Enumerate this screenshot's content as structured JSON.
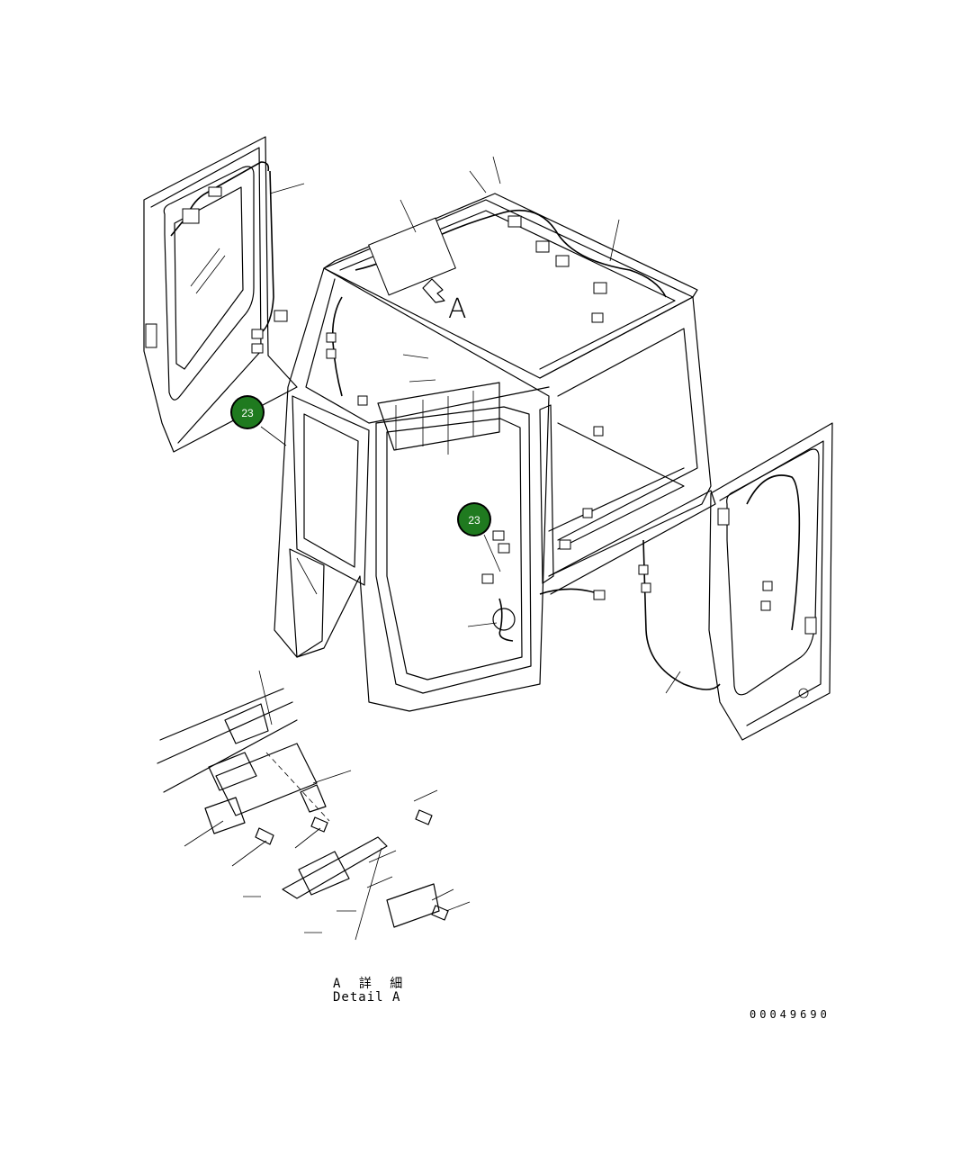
{
  "view_label": "A",
  "detail_label_jp": "A 詳 細",
  "detail_label_en": "Detail A",
  "drawing_number": "00049690",
  "callouts": [
    {
      "label": "23"
    },
    {
      "label": "23"
    }
  ],
  "colors": {
    "callout_fill": "#1f7a1f",
    "callout_ring": "#000000",
    "line": "#000000",
    "background": "#ffffff"
  }
}
